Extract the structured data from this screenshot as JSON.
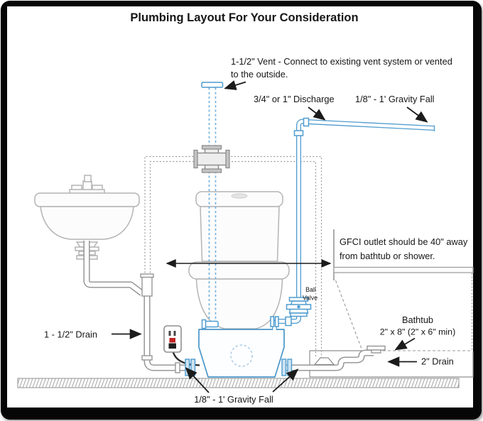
{
  "title": "Plumbing Layout For Your Consideration",
  "labels": {
    "vent": {
      "line1": "1-1/2\" Vent - Connect to existing vent system or vented",
      "line2": "to the outside."
    },
    "discharge": "3/4\" or 1\" Discharge",
    "gravity_fall_top": "1/8\" - 1' Gravity Fall",
    "gfci": {
      "line1": "GFCI outlet should be 40\" away",
      "line2": "from bathtub or shower."
    },
    "ball_valve": {
      "line1": "Ball",
      "line2": "Valve"
    },
    "bathtub": "Bathtub",
    "bathtub_size": "2\" x 8\" (2\" x 6\" min)",
    "drain_2in": "2\" Drain",
    "drain_1_5in": "1 - 1/2\" Drain",
    "gravity_fall_bottom": "1/8\" - 1' Gravity Fall"
  },
  "colors": {
    "pipe_blue": "#4e9ccf",
    "pipe_gray": "#8f8f8f",
    "fixture_outline_gray": "#b4b4b4",
    "vent_dash_gray": "#9b9b9b",
    "vent_dash_blue": "#74b0dc",
    "outlet_red": "#c32222",
    "cord_black": "#262626",
    "frame_black": "#060606",
    "annotation_black": "#1b1b1b"
  }
}
